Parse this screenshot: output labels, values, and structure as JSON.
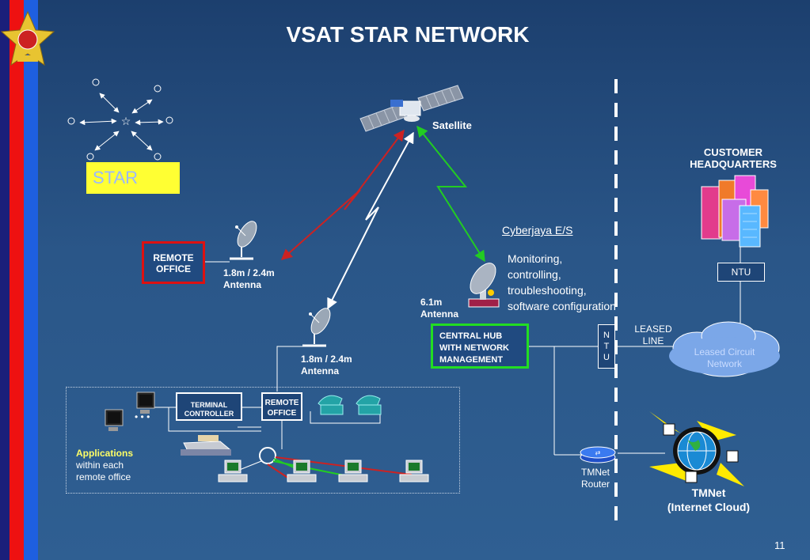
{
  "title": "VSAT STAR NETWORK",
  "star": {
    "label": "STAR"
  },
  "satellite": {
    "label": "Satellite"
  },
  "remote_office_1": {
    "label_line1": "REMOTE",
    "label_line2": "OFFICE",
    "antenna_size": "1.8m / 2.4m",
    "antenna_word": "Antenna"
  },
  "remote_office_2": {
    "label_line1": "REMOTE",
    "label_line2": "OFFICE",
    "antenna_size": "1.8m / 2.4m",
    "antenna_word": "Antenna"
  },
  "terminal_controller": {
    "line1": "TERMINAL",
    "line2": "CONTROLLER"
  },
  "applications": {
    "line1": "Applications",
    "line2": "within each",
    "line3": "remote office"
  },
  "hub": {
    "line1": "CENTRAL HUB",
    "line2": "WITH NETWORK",
    "line3": "MANAGEMENT",
    "antenna_size": "6.1m",
    "antenna_word": "Antenna"
  },
  "earth_station": {
    "name": "Cyberjaya E/S",
    "line1": "Monitoring,",
    "line2": "controlling,",
    "line3": "troubleshooting,",
    "line4": "software configuration"
  },
  "ntu_vertical": [
    "N",
    "T",
    "U"
  ],
  "leased_line": {
    "line1": "LEASED",
    "line2": "LINE"
  },
  "customer_hq": {
    "line1": "CUSTOMER",
    "line2": "HEADQUARTERS"
  },
  "ntu_box": "NTU",
  "cloud": {
    "line1": "Leased Circuit",
    "line2": "Network"
  },
  "router": {
    "line1": "TMNet",
    "line2": "Router"
  },
  "internet": {
    "line1": "TMNet",
    "line2": "(Internet Cloud)"
  },
  "page_number": "11",
  "colors": {
    "red_link": "#cc2222",
    "green_link": "#22cc22",
    "white_link": "#ffffff",
    "star_yellow": "#ffff33",
    "cloud": "#7ba7e8"
  },
  "icons": [
    "emblem-icon",
    "star-topology-icon",
    "satellite-icon",
    "dish-antenna-icon",
    "building-icon",
    "globe-icon",
    "router-icon",
    "pc-icon",
    "phone-icon",
    "printer-icon"
  ]
}
